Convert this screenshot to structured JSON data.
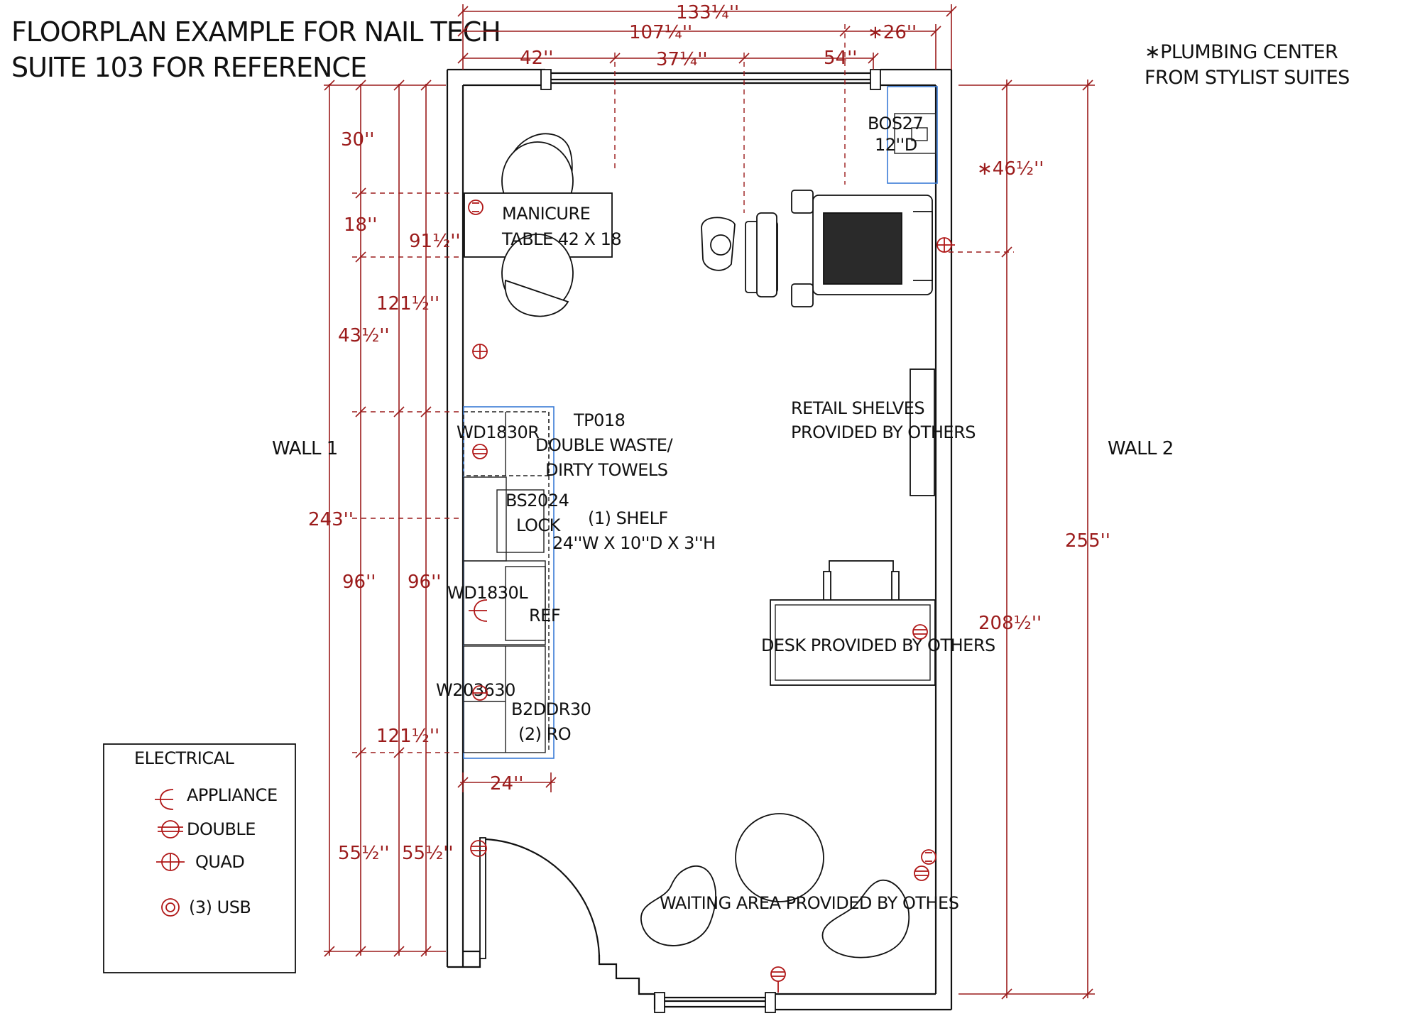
{
  "title": {
    "line1": "FLOORPLAN EXAMPLE FOR NAIL TECH",
    "line2": "SUITE 103 FOR REFERENCE"
  },
  "note": {
    "line1": "∗PLUMBING CENTER",
    "line2": "FROM STYLIST SUITES"
  },
  "walls": {
    "wall1": "WALL 1",
    "wall2": "WALL 2"
  },
  "dimensions": {
    "top_overall": "133¼''",
    "top_sub": "107¼''",
    "top_plumb": "∗26''",
    "top_a": "42''",
    "top_b": "37¼''",
    "top_c": "54''",
    "left_30": "30''",
    "left_18": "18''",
    "left_91": "91½''",
    "left_121a": "121½''",
    "left_43": "43½''",
    "left_243": "243''",
    "left_96a": "96''",
    "left_96b": "96''",
    "left_121b": "121½''",
    "left_55a": "55½''",
    "left_55b": "55½''",
    "cab_24": "24''",
    "right_46": "∗46½''",
    "right_255": "255''",
    "right_208": "208½''"
  },
  "labels": {
    "manicure1": "MANICURE",
    "manicure2": "TABLE 42 X 18",
    "bos1": "BOS27",
    "bos2": "12''D",
    "tp1": "TP018",
    "tp2": "DOUBLE WASTE/",
    "tp3": "DIRTY TOWELS",
    "wd_r": "WD1830R",
    "bs1": "BS2024",
    "bs2": "LOCK",
    "shelf1": "(1) SHELF",
    "shelf2": "24''W X 10''D X 3''H",
    "wd_l": "WD1830L",
    "ref": "REF",
    "w2": "W203630",
    "b2dd1": "B2DDR30",
    "b2dd2": "(2) RO",
    "retail1": "RETAIL SHELVES",
    "retail2": "PROVIDED BY OTHERS",
    "desk": "DESK PROVIDED BY OTHERS",
    "waiting": "WAITING AREA PROVIDED BY OTHES"
  },
  "legend": {
    "title": "ELECTRICAL",
    "appliance": "APPLIANCE",
    "double": "DOUBLE",
    "quad": "QUAD",
    "usb": "(3) USB"
  },
  "colors": {
    "dimension": "#9b1b1b",
    "cabinet_outline": "#3a7bd5",
    "electrical": "#b01717",
    "ink": "#111111"
  }
}
